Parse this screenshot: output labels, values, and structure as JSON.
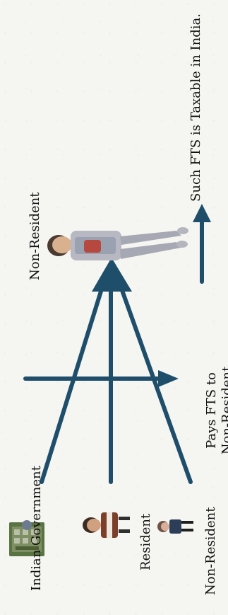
{
  "labels": {
    "indian_government": "Indian Government",
    "resident": "Resident",
    "non_resident_left": "Non-Resident",
    "pays_fts_line1": "Pays FTS to",
    "pays_fts_line2": "Non-Resident",
    "non_resident_top": "Non-Resident",
    "such_fts_taxable": "Such FTS is Taxable in India."
  },
  "colors": {
    "arrow": "#1f4e6b",
    "text": "#111111",
    "background": "#f5f5f2"
  },
  "icons": {
    "government": "government-building-icon",
    "resident": "resident-person-icon",
    "non_resident_small": "non-resident-person-icon",
    "non_resident_large": "non-resident-businessman-figure",
    "arrow": "arrow-icon"
  }
}
